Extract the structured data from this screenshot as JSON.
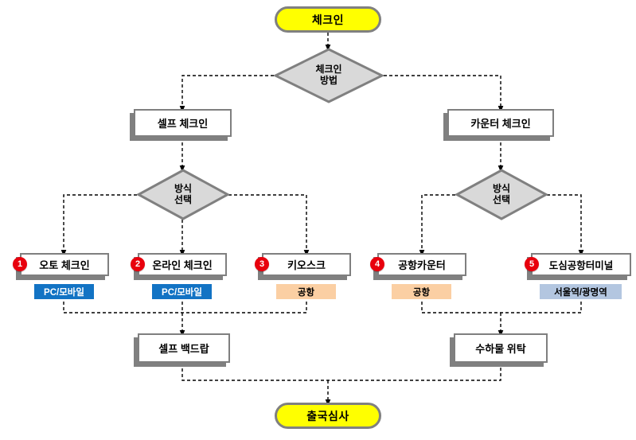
{
  "diagram": {
    "title": "Check-in Process Flowchart",
    "colors": {
      "terminator_fill": "#ffff00",
      "terminator_border": "#808080",
      "decision_fill": "#d9d9d9",
      "decision_border": "#808080",
      "process_fill": "#ffffff",
      "process_border": "#7f7f7f",
      "process_shadow": "#808080",
      "badge_fill": "#e8000d",
      "badge_text": "#ffffff",
      "tag_blue": "#1273c4",
      "tag_peach": "#fbcfa3",
      "tag_lightblue": "#b3c6e0",
      "connector": "#000000"
    },
    "nodes": {
      "start": {
        "label": "체크인",
        "type": "terminator"
      },
      "decision_method": {
        "label_line1": "체크인",
        "label_line2": "방법",
        "type": "decision"
      },
      "self_checkin": {
        "label": "셀프 체크인",
        "type": "process"
      },
      "counter_checkin": {
        "label": "카운터 체크인",
        "type": "process"
      },
      "decision_self_mode": {
        "label_line1": "방식",
        "label_line2": "선택",
        "type": "decision"
      },
      "decision_counter_mode": {
        "label_line1": "방식",
        "label_line2": "선택",
        "type": "decision"
      },
      "self_bagdrop": {
        "label": "셀프 백드랍",
        "type": "process"
      },
      "baggage_handover": {
        "label": "수하물 위탁",
        "type": "process"
      },
      "end": {
        "label": "출국심사",
        "type": "terminator"
      }
    },
    "options": [
      {
        "number": "1",
        "label": "오토 체크인",
        "tag": "PC/모바일",
        "tag_style": "blue"
      },
      {
        "number": "2",
        "label": "온라인 체크인",
        "tag": "PC/모바일",
        "tag_style": "blue"
      },
      {
        "number": "3",
        "label": "키오스크",
        "tag": "공항",
        "tag_style": "peach"
      },
      {
        "number": "4",
        "label": "공항카운터",
        "tag": "공항",
        "tag_style": "peach"
      },
      {
        "number": "5",
        "label": "도심공항터미널",
        "tag": "서울역/광명역",
        "tag_style": "lblue"
      }
    ]
  }
}
